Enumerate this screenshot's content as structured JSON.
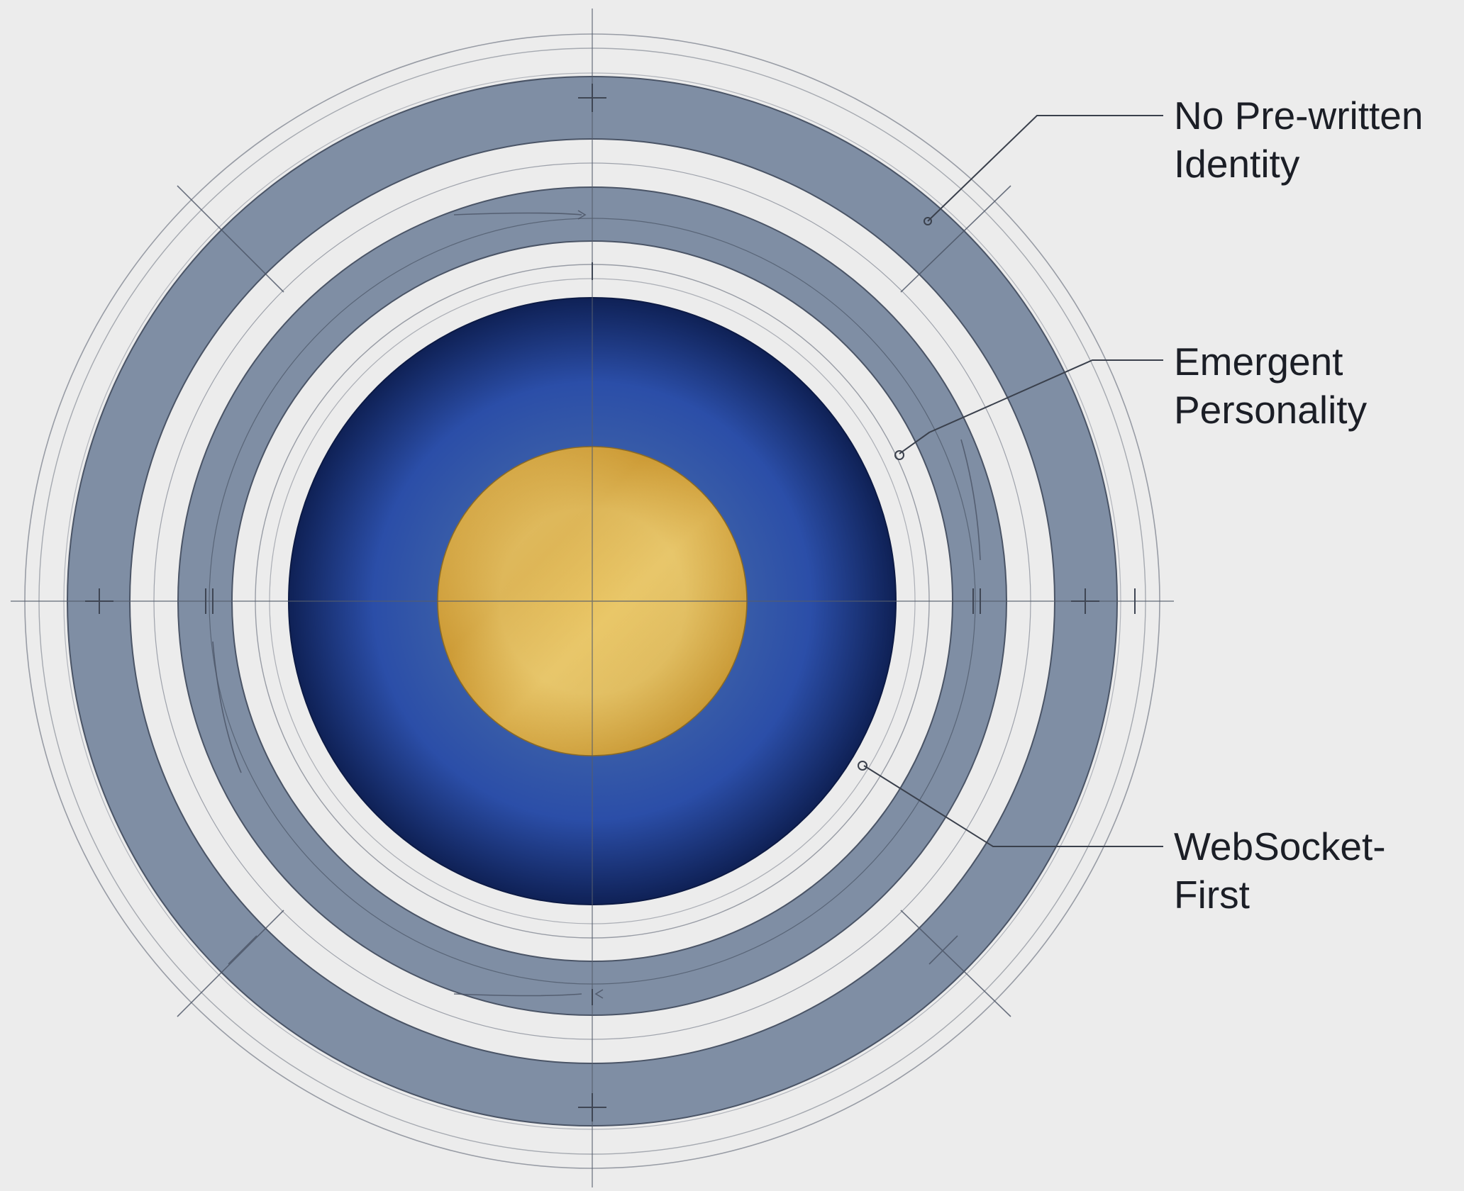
{
  "callouts": [
    {
      "line1": "No Pre-written",
      "line2": "Identity"
    },
    {
      "line1": "Emergent",
      "line2": "Personality"
    },
    {
      "line1": "WebSocket-",
      "line2": "First"
    }
  ],
  "colors": {
    "background": "#ececec",
    "ring_band": "#7f8ea4",
    "ring_band_stroke": "#4a5466",
    "core_blue_dark": "#0f2156",
    "core_blue_light": "#2b4ea8",
    "center_gold_light": "#f0d27a",
    "center_gold_dark": "#c9952d",
    "construction_line": "#6b7280",
    "label_text": "#1b1e26"
  }
}
